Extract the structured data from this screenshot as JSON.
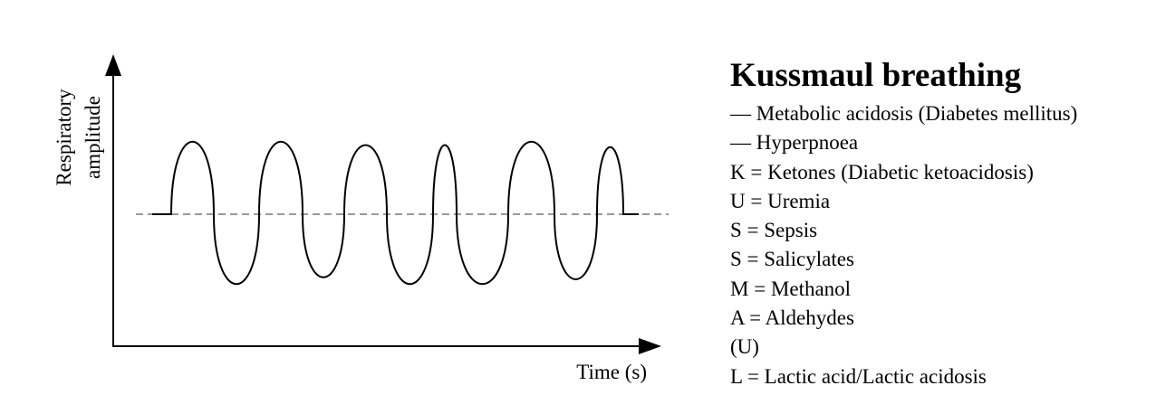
{
  "diagram": {
    "y_axis_label_lines": [
      "Respiratory",
      "amplitude"
    ],
    "x_axis_label": "Time (s)",
    "baseline_color": "#777777",
    "wave_color": "#000000"
  },
  "legend": {
    "title": "Kussmaul breathing",
    "items": [
      "— Metabolic acidosis (Diabetes mellitus)",
      "— Hyperpnoea",
      "K = Ketones (Diabetic ketoacidosis)",
      "U = Uremia",
      "S = Sepsis",
      "S = Salicylates",
      "M = Methanol",
      "A = Aldehydes",
      "(U)",
      "L = Lactic acid/Lactic acidosis"
    ]
  }
}
